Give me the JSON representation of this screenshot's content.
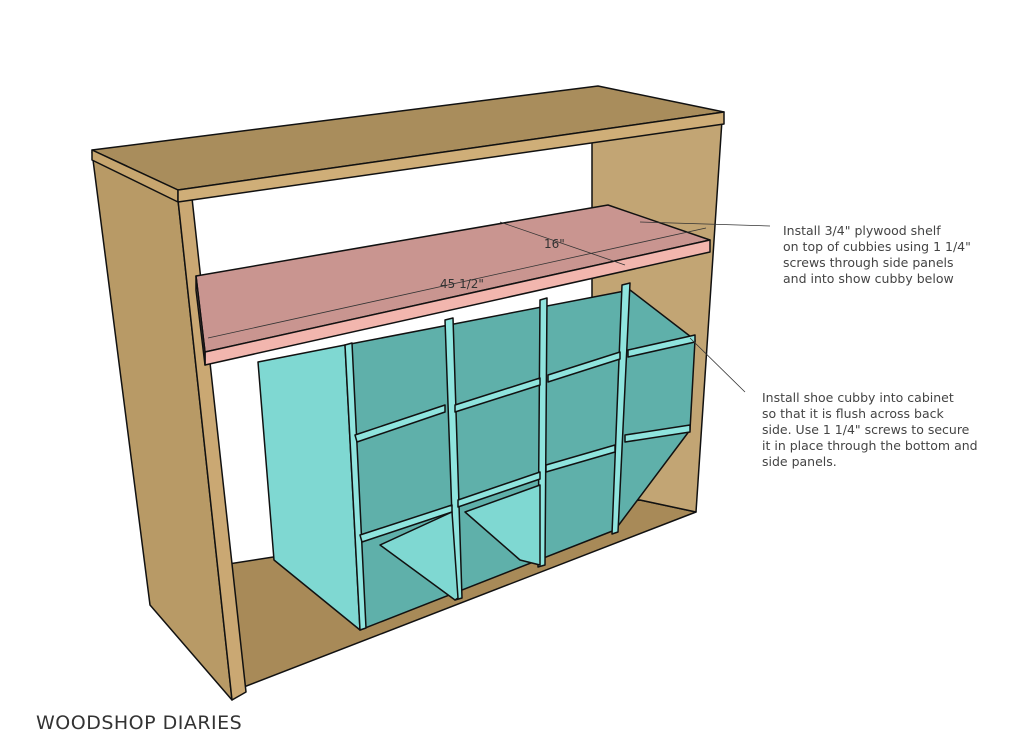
{
  "annotations": {
    "shelf_note": "Install 3/4\" plywood shelf\non top of cubbies using 1 1/4\"\nscrews through side panels\nand into show cubby below",
    "cubby_note": "Install shoe cubby into cabinet\nso that it is flush across back\nside.  Use 1 1/4\" screws to secure\nit in place through the bottom and\nside panels."
  },
  "dimensions": {
    "depth": "16\"",
    "width": "45 1/2\""
  },
  "brand": "WOODSHOP DIARIES",
  "colors": {
    "wood": "#b89a66",
    "wood_dark": "#9c7f50",
    "shelf": "#c99590",
    "shelf_edge": "#f2b6ae",
    "cubby": "#7fd8d2",
    "cubby_dark": "#5fb0aa"
  }
}
